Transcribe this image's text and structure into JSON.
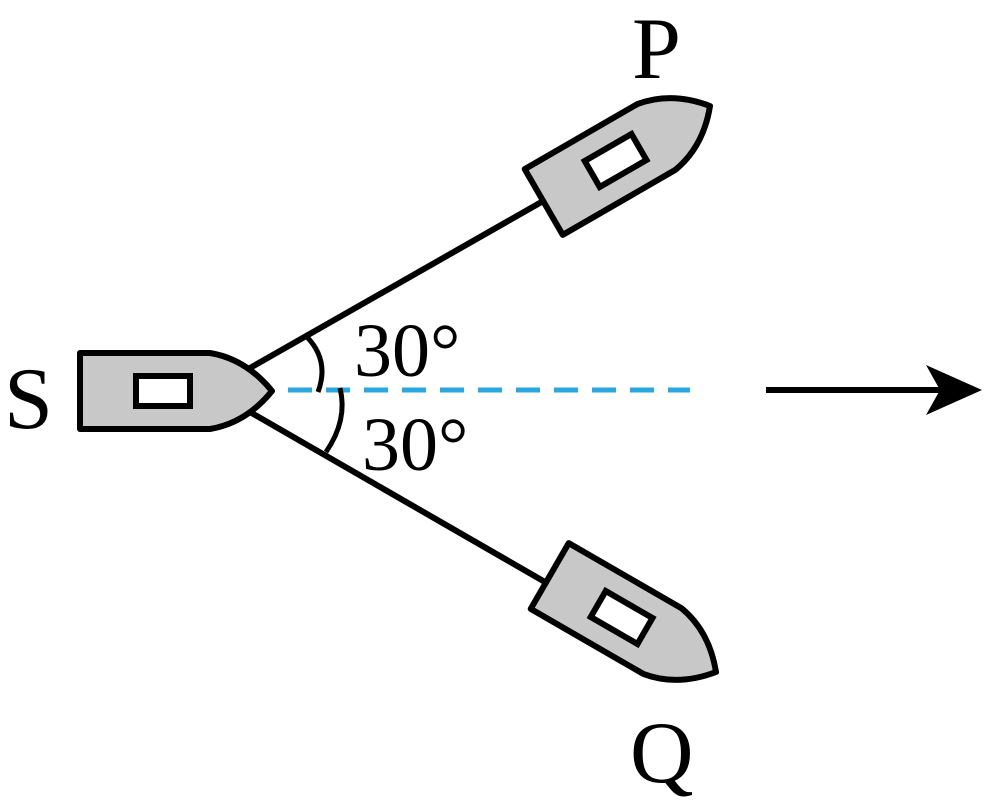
{
  "labels": {
    "ship_s": "S",
    "ship_p": "P",
    "ship_q": "Q",
    "angle_upper": "30°",
    "angle_lower": "30°"
  },
  "angles_deg": {
    "upper": 30,
    "lower": 30
  },
  "colors": {
    "hull": "#c8c8c8",
    "outline": "#000000",
    "reference_dash": "#29a8e0"
  },
  "icons": {
    "ship_shape": "boat-icon",
    "direction": "right-arrow-icon"
  }
}
